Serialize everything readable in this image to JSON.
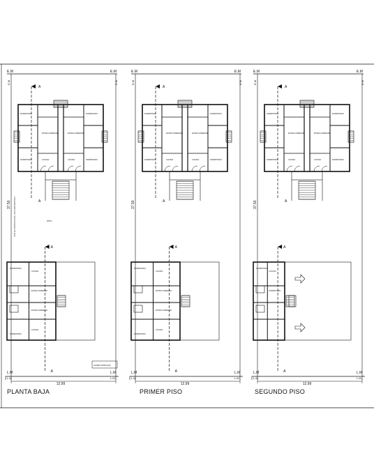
{
  "sheet": {
    "panels": [
      {
        "id": "planta-baja",
        "caption": "PLANTA BAJA",
        "top_left_label": "E.M",
        "top_right_label": "E.M",
        "bottom_left_label": "L.M",
        "bottom_right_label": "L.M",
        "width_dim": "12.99",
        "depth_dim": "37.50",
        "side_note": "LOTE DE CONSTRUCCION - SOLO ABSTRACTOS A",
        "patio_label": "PATIO",
        "cut_label": "A",
        "upper_rooms": [
          "DORMITORIO",
          "ESTAR COMEDOR",
          "COCINA",
          "DORMITORIO",
          "ESTAR COMEDOR",
          "COCINA",
          "DORMITORIO",
          "DORMITORIO"
        ],
        "lower_rooms": [
          "DORMITORIO",
          "COCINA",
          "ESTAR COMEDOR",
          "ESTAR COMEDOR",
          "COCINA",
          "DORMITORIO"
        ],
        "stamp": "ACCESO VEHICULAR"
      },
      {
        "id": "primer-piso",
        "caption": "PRIMER PISO",
        "top_left_label": "E.M",
        "top_right_label": "E.M",
        "bottom_left_label": "L.M",
        "bottom_right_label": "L.M",
        "width_dim": "12.99",
        "depth_dim": "37.50",
        "cut_label": "A",
        "upper_rooms": [
          "DORMITORIO",
          "ESTAR COMEDOR",
          "COCINA",
          "DORMITORIO",
          "ESTAR COMEDOR",
          "COCINA",
          "DORMITORIO",
          "DORMITORIO"
        ],
        "lower_rooms": [
          "DORMITORIO",
          "COCINA",
          "ESTAR COMEDOR",
          "ESTAR COMEDOR",
          "COCINA",
          "DORMITORIO"
        ]
      },
      {
        "id": "segundo-piso",
        "caption": "SEGUNDO PISO",
        "top_left_label": "E.M",
        "top_right_label": "E.M",
        "bottom_left_label": "L.M",
        "bottom_right_label": "L.M",
        "width_dim": "12.99",
        "depth_dim": "37.50",
        "cut_label": "A",
        "upper_rooms": [
          "DORMITORIO",
          "ESTAR COMEDOR",
          "COCINA",
          "DORMITORIO",
          "ESTAR COMEDOR",
          "COCINA",
          "DORMITORIO",
          "DORMITORIO"
        ],
        "lower_rooms": [
          "DORMITORIO",
          "COCINA",
          "DORMITORIO"
        ]
      }
    ]
  }
}
